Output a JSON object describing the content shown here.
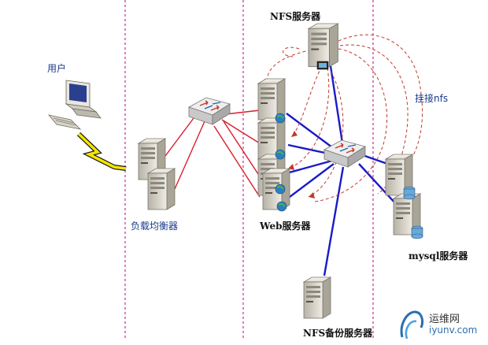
{
  "labels": {
    "user": "用户",
    "load_balancer": "负载均衡器",
    "web_servers": "Web服务器",
    "nfs_server": "NFS服务器",
    "mount_nfs": "挂接nfs",
    "mysql_servers": "mysql服务器",
    "nfs_backup": "NFS备份服务器"
  },
  "watermark": {
    "line1": "运维网",
    "line2": "iyunv.com"
  },
  "colors": {
    "zone_divider": "#c0007a",
    "lb_link": "#d81c2c",
    "lan_link": "#1a1ac8",
    "nfs_mount": "#c0392b",
    "user_link": "#f5e400"
  },
  "icons": [
    "desktop-computer-icon",
    "network-switch-icon",
    "server-tower-icon",
    "globe-icon",
    "database-icon"
  ]
}
